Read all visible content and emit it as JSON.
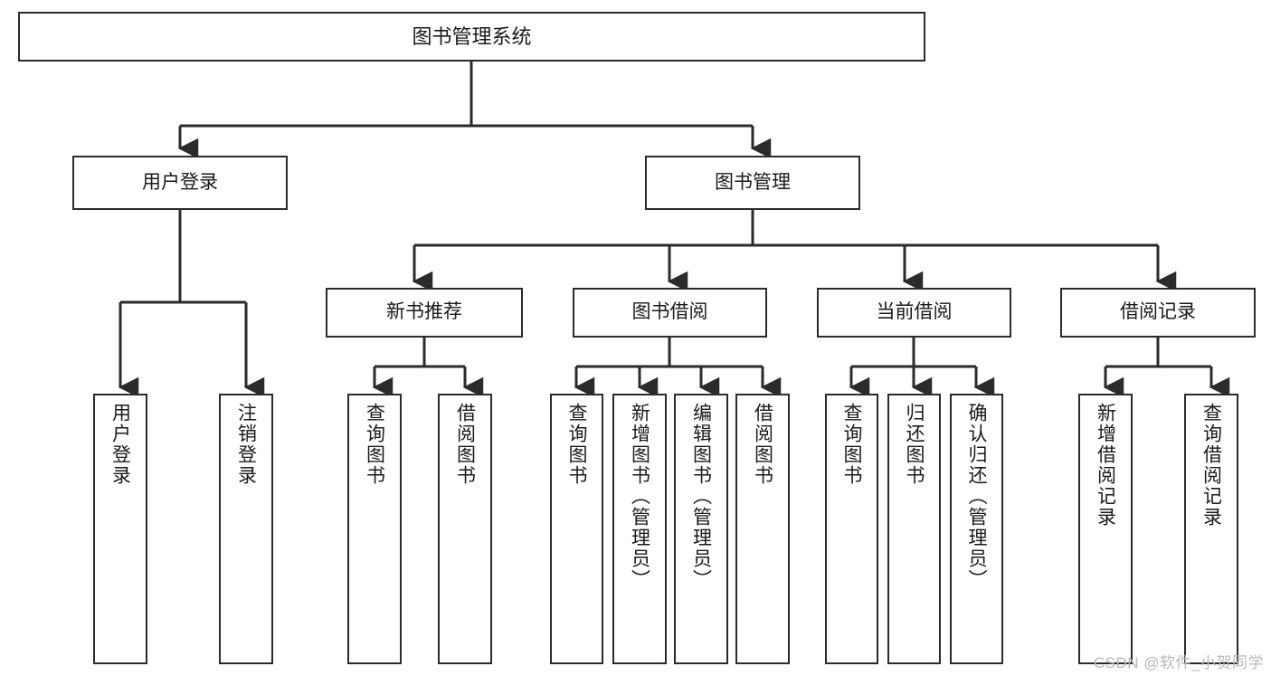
{
  "diagram": {
    "type": "tree-hierarchy",
    "root": {
      "id": "root",
      "label": "图书管理系统"
    },
    "level2": [
      {
        "id": "user-login",
        "label": "用户登录"
      },
      {
        "id": "book-manage",
        "label": "图书管理"
      }
    ],
    "level3": [
      {
        "id": "new-book-rec",
        "label": "新书推荐",
        "parent": "book-manage"
      },
      {
        "id": "book-borrow",
        "label": "图书借阅",
        "parent": "book-manage"
      },
      {
        "id": "current-borrow",
        "label": "当前借阅",
        "parent": "book-manage"
      },
      {
        "id": "borrow-record",
        "label": "借阅记录",
        "parent": "book-manage"
      }
    ],
    "leaves": [
      {
        "id": "leaf-user-login",
        "label": "用户登录",
        "parent": "user-login"
      },
      {
        "id": "leaf-user-logout",
        "label": "注销登录",
        "parent": "user-login"
      },
      {
        "id": "leaf-query-book-1",
        "label": "查询图书",
        "parent": "new-book-rec"
      },
      {
        "id": "leaf-borrow-book-1",
        "label": "借阅图书",
        "parent": "new-book-rec"
      },
      {
        "id": "leaf-query-book-2",
        "label": "查询图书",
        "parent": "book-borrow"
      },
      {
        "id": "leaf-add-book",
        "label": "新增图书（管理员）",
        "parent": "book-borrow"
      },
      {
        "id": "leaf-edit-book",
        "label": "编辑图书（管理员）",
        "parent": "book-borrow"
      },
      {
        "id": "leaf-borrow-book-2",
        "label": "借阅图书",
        "parent": "book-borrow"
      },
      {
        "id": "leaf-query-book-3",
        "label": "查询图书",
        "parent": "current-borrow"
      },
      {
        "id": "leaf-return-book",
        "label": "归还图书",
        "parent": "current-borrow"
      },
      {
        "id": "leaf-confirm-return",
        "label": "确认归还（管理员）",
        "parent": "current-borrow"
      },
      {
        "id": "leaf-add-record",
        "label": "新增借阅记录",
        "parent": "borrow-record"
      },
      {
        "id": "leaf-query-record",
        "label": "查询借阅记录",
        "parent": "borrow-record"
      }
    ],
    "watermark": "CSDN @软件_小贺同学",
    "colors": {
      "stroke": "#2b2b2b",
      "fill": "#ffffff",
      "text": "#1a1a1a",
      "watermark": "#b9b9b9"
    }
  }
}
